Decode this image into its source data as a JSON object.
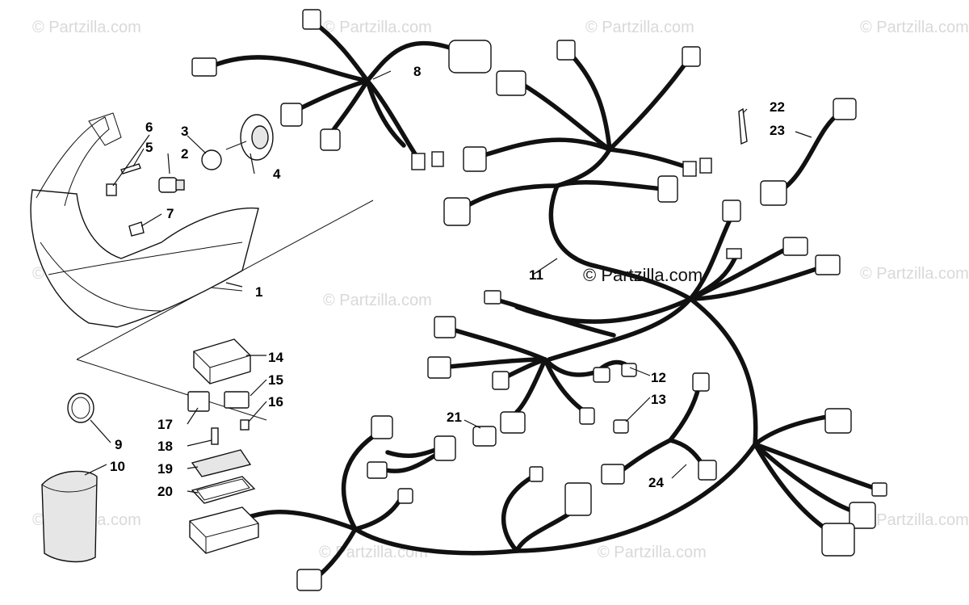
{
  "watermarks": {
    "small": "© Partzilla.com",
    "center": "© Partzilla.com"
  },
  "callouts": {
    "c1": "1",
    "c2": "2",
    "c3": "3",
    "c4": "4",
    "c5": "5",
    "c6": "6",
    "c7": "7",
    "c8": "8",
    "c9": "9",
    "c10": "10",
    "c11": "11",
    "c12": "12",
    "c13": "13",
    "c14": "14",
    "c15": "15",
    "c16": "16",
    "c17": "17",
    "c18": "18",
    "c19": "19",
    "c20": "20",
    "c21": "21",
    "c22": "22",
    "c23": "23",
    "c24": "24"
  }
}
